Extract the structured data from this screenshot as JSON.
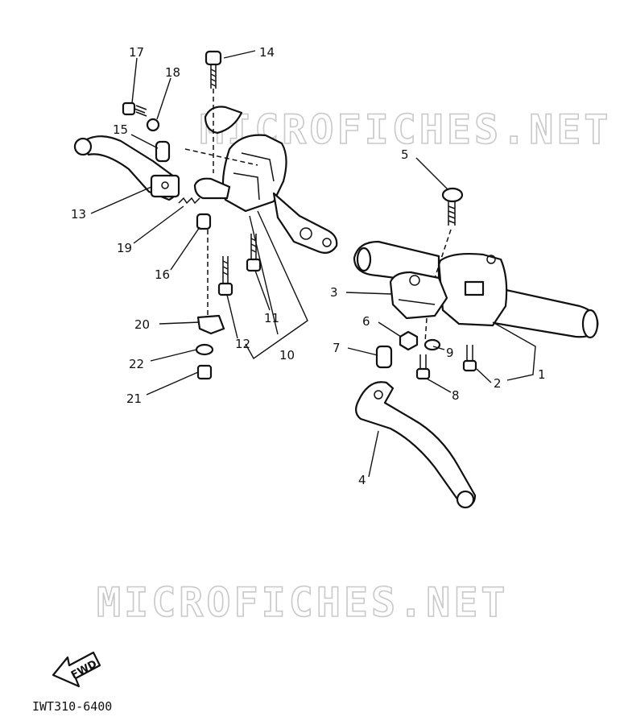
{
  "watermarks": [
    "MICROFICHES.NET",
    "MICROFICHES.NET"
  ],
  "diagram_code": "IWT310-6400",
  "fwd_arrow_label": "FWD",
  "callouts": [
    "1",
    "2",
    "3",
    "4",
    "5",
    "6",
    "7",
    "8",
    "9",
    "10",
    "11",
    "12",
    "13",
    "14",
    "15",
    "16",
    "17",
    "18",
    "19",
    "20",
    "21",
    "22"
  ]
}
